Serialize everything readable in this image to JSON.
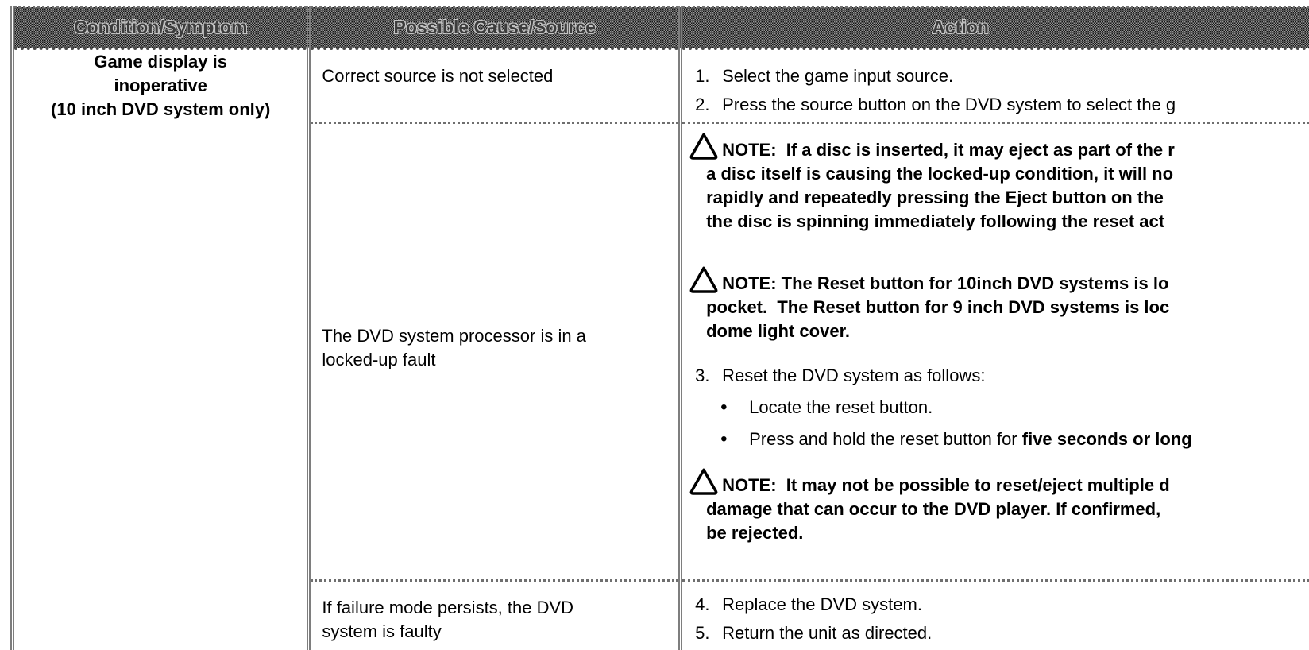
{
  "header": {
    "col1": "Condition/Symptom",
    "col2": "Possible Cause/Source",
    "col3": "Action"
  },
  "colors": {
    "text": "#000000",
    "header_dither_dark": "#161616",
    "header_dither_light": "#939393",
    "border_gray": "#6f6f6f"
  },
  "bullet_char": "•",
  "condition": {
    "lines": [
      "Game display is",
      "inoperative",
      "(10 inch DVD system only)"
    ]
  },
  "causes": {
    "row1": "Correct source is not selected",
    "row2": {
      "lines": [
        "The DVD system processor is in a",
        "locked-up fault"
      ]
    },
    "row3": {
      "lines": [
        "If failure mode persists, the DVD",
        "system is faulty"
      ]
    }
  },
  "actions": {
    "row1": {
      "item1": {
        "num": "1.",
        "text": "Select the game input source."
      },
      "item2": {
        "num": "2.",
        "text": "Press the source button on the DVD system to select the g"
      }
    },
    "row2": {
      "note1": {
        "line1": "NOTE:  If a disc is inserted, it may eject as part of the r",
        "line2": "a disc itself is causing the locked-up condition, it will no",
        "line3": "rapidly and repeatedly pressing the Eject button on the",
        "line4": "the disc is spinning immediately following the reset act"
      },
      "note2": {
        "line1": "NOTE: The Reset button for 10inch DVD systems is lo",
        "line2": "pocket.  The Reset button for 9 inch DVD systems is loc",
        "line3": "dome light cover."
      },
      "item3": {
        "num": "3.",
        "text": "Reset the DVD system as follows:"
      },
      "bullet1": {
        "text": "Locate the reset button."
      },
      "bullet2": {
        "prefix": "Press and hold the reset button for ",
        "bold": "five seconds or long"
      },
      "note3": {
        "line1": "NOTE:  It may not be possible to reset/eject multiple d",
        "line2": "damage that can occur to the DVD player. If confirmed, ",
        "line3": "be rejected."
      }
    },
    "row3": {
      "item4": {
        "num": "4.",
        "text": "Replace the DVD system."
      },
      "item5": {
        "num": "5.",
        "text": "Return the unit as directed."
      }
    }
  }
}
